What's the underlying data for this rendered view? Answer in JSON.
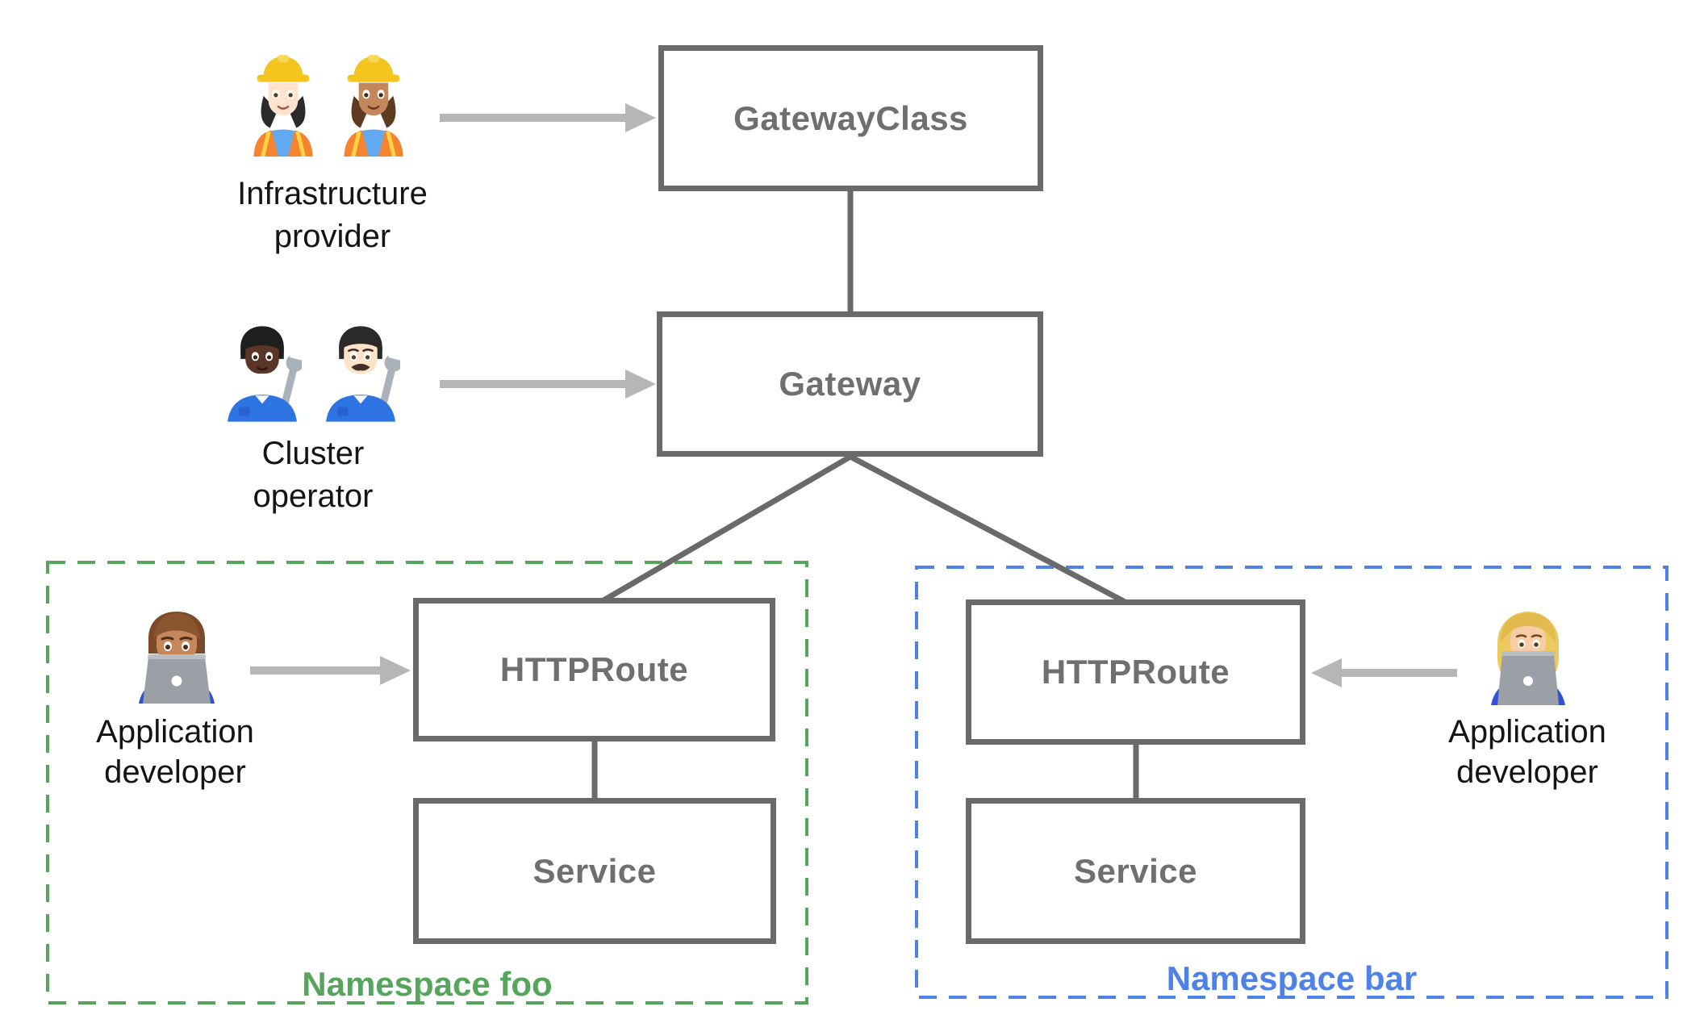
{
  "nodes": {
    "gateway_class": {
      "label": "GatewayClass"
    },
    "gateway": {
      "label": "Gateway"
    },
    "httproute_foo": {
      "label": "HTTPRoute"
    },
    "service_foo": {
      "label": "Service"
    },
    "httproute_bar": {
      "label": "HTTPRoute"
    },
    "service_bar": {
      "label": "Service"
    }
  },
  "personas": {
    "infrastructure_provider": {
      "line1": "Infrastructure",
      "line2": "provider",
      "icons": [
        {
          "name": "woman-construction-worker-light-icon",
          "emoji": "👷🏻‍♀️"
        },
        {
          "name": "woman-construction-worker-medium-icon",
          "emoji": "👷🏽‍♀️"
        }
      ]
    },
    "cluster_operator": {
      "line1": "Cluster",
      "line2": "operator",
      "icons": [
        {
          "name": "mechanic-dark-icon",
          "emoji": "🧑🏿‍🔧"
        },
        {
          "name": "man-mechanic-light-icon",
          "emoji": "👨🏻‍🔧"
        }
      ]
    },
    "application_developer_foo": {
      "line1": "Application",
      "line2": "developer",
      "icons": [
        {
          "name": "man-technologist-medium-icon",
          "emoji": "👨🏽‍💻"
        }
      ]
    },
    "application_developer_bar": {
      "line1": "Application",
      "line2": "developer",
      "icons": [
        {
          "name": "woman-technologist-light-icon",
          "emoji": "👩🏼‍💻"
        }
      ]
    }
  },
  "namespaces": {
    "foo": {
      "label": "Namespace foo",
      "color": "#56A55C"
    },
    "bar": {
      "label": "Namespace bar",
      "color": "#4E82E9"
    }
  },
  "colors": {
    "node_border": "#6A6A6A",
    "node_text": "#6F6F6F",
    "connector": "#6A6A6A",
    "arrow": "#B6B6B6",
    "persona_text": "#141414",
    "background": "#FFFFFF"
  }
}
